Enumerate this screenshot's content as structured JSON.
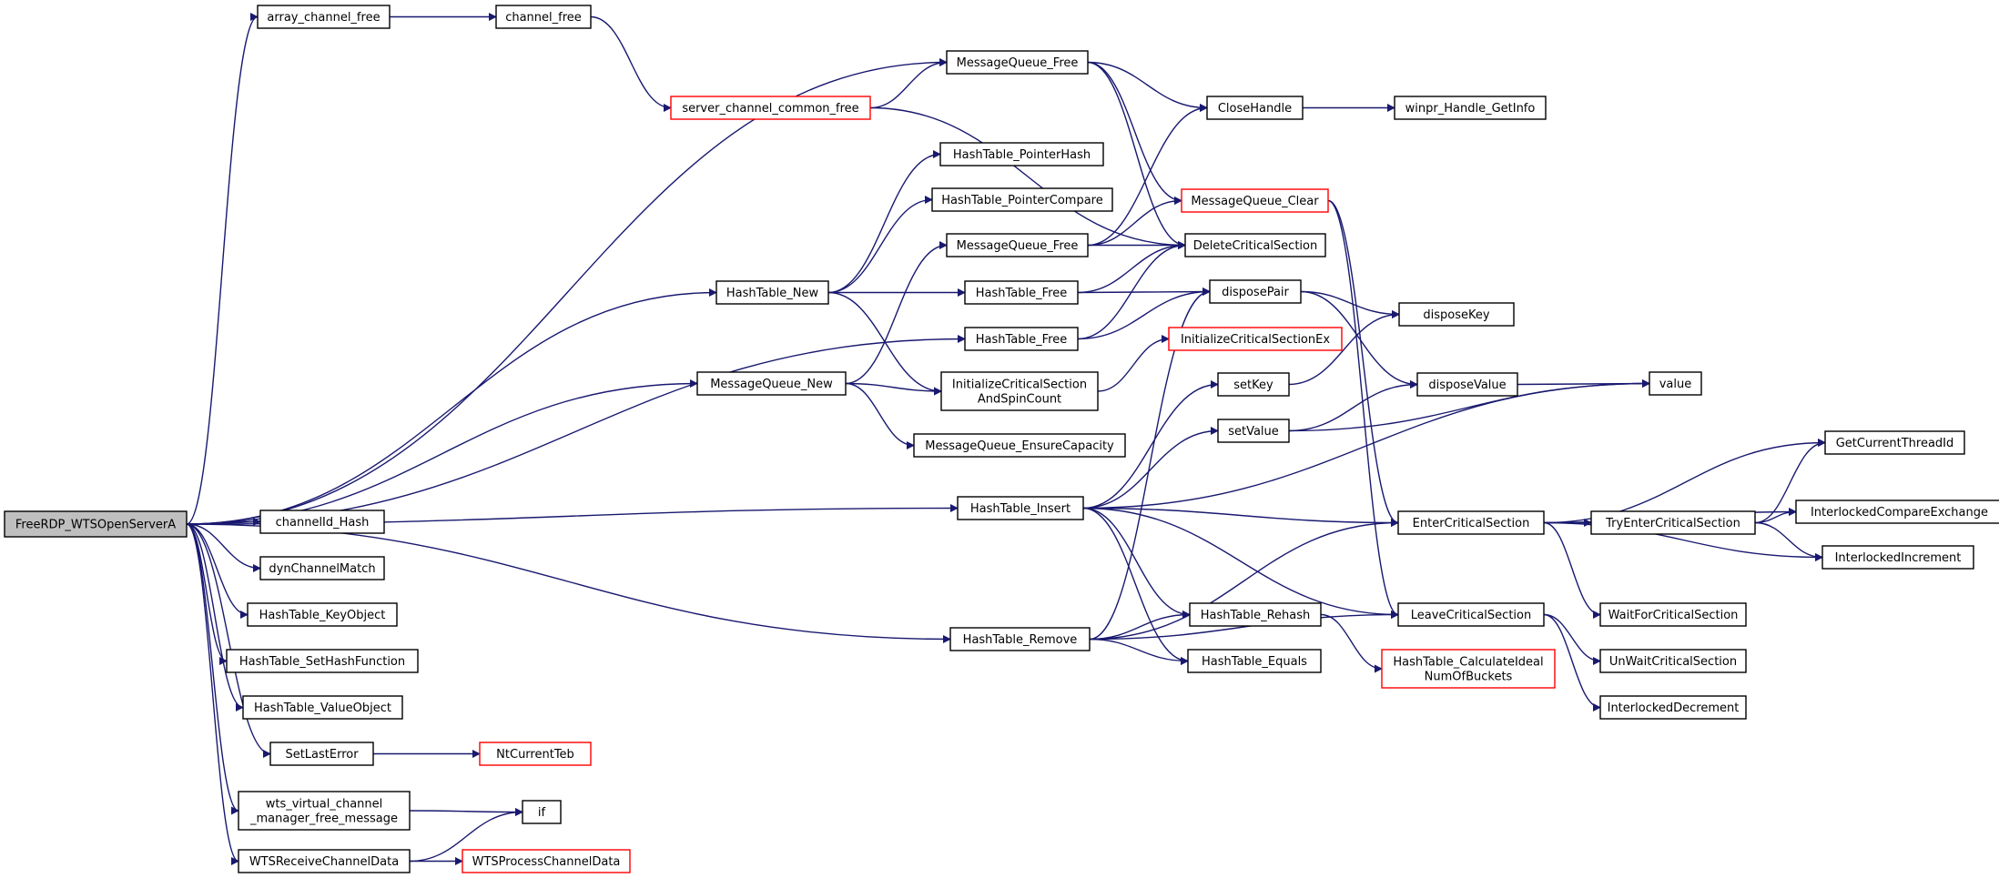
{
  "graph": {
    "type": "call-graph",
    "colors": {
      "edge": "#191970",
      "node_border": "#000000",
      "truncated_border": "#ff0000",
      "root_fill": "#bfbfbf"
    },
    "nodes": [
      {
        "id": "root",
        "lines": [
          "FreeRDP_WTSOpenServerA"
        ],
        "style": "root"
      },
      {
        "id": "array_channel_free",
        "lines": [
          "array_channel_free"
        ]
      },
      {
        "id": "channel_free",
        "lines": [
          "channel_free"
        ]
      },
      {
        "id": "server_channel_common_free",
        "lines": [
          "server_channel_common_free"
        ],
        "style": "trunc"
      },
      {
        "id": "MessageQueue_Free_1",
        "lines": [
          "MessageQueue_Free"
        ]
      },
      {
        "id": "CloseHandle",
        "lines": [
          "CloseHandle"
        ]
      },
      {
        "id": "winpr_Handle_GetInfo",
        "lines": [
          "winpr_Handle_GetInfo"
        ]
      },
      {
        "id": "HashTable_PointerHash",
        "lines": [
          "HashTable_PointerHash"
        ]
      },
      {
        "id": "HashTable_PointerCompare",
        "lines": [
          "HashTable_PointerCompare"
        ]
      },
      {
        "id": "MessageQueue_Clear",
        "lines": [
          "MessageQueue_Clear"
        ],
        "style": "trunc"
      },
      {
        "id": "MessageQueue_Free_2",
        "lines": [
          "MessageQueue_Free"
        ]
      },
      {
        "id": "DeleteCriticalSection",
        "lines": [
          "DeleteCriticalSection"
        ]
      },
      {
        "id": "HashTable_New",
        "lines": [
          "HashTable_New"
        ]
      },
      {
        "id": "HashTable_Free_1",
        "lines": [
          "HashTable_Free"
        ]
      },
      {
        "id": "disposePair",
        "lines": [
          "disposePair"
        ]
      },
      {
        "id": "disposeKey",
        "lines": [
          "disposeKey"
        ]
      },
      {
        "id": "HashTable_Free_2",
        "lines": [
          "HashTable_Free"
        ]
      },
      {
        "id": "InitializeCriticalSectionEx",
        "lines": [
          "InitializeCriticalSectionEx"
        ],
        "style": "trunc"
      },
      {
        "id": "MessageQueue_New",
        "lines": [
          "MessageQueue_New"
        ]
      },
      {
        "id": "InitializeCriticalSectionAndSpinCount",
        "lines": [
          "InitializeCriticalSection",
          "AndSpinCount"
        ]
      },
      {
        "id": "setKey",
        "lines": [
          "setKey"
        ]
      },
      {
        "id": "disposeValue",
        "lines": [
          "disposeValue"
        ]
      },
      {
        "id": "value",
        "lines": [
          "value"
        ]
      },
      {
        "id": "setValue",
        "lines": [
          "setValue"
        ]
      },
      {
        "id": "MessageQueue_EnsureCapacity",
        "lines": [
          "MessageQueue_EnsureCapacity"
        ]
      },
      {
        "id": "GetCurrentThreadId",
        "lines": [
          "GetCurrentThreadId"
        ]
      },
      {
        "id": "HashTable_Insert",
        "lines": [
          "HashTable_Insert"
        ]
      },
      {
        "id": "channelId_Hash",
        "lines": [
          "channelId_Hash"
        ]
      },
      {
        "id": "EnterCriticalSection",
        "lines": [
          "EnterCriticalSection"
        ]
      },
      {
        "id": "TryEnterCriticalSection",
        "lines": [
          "TryEnterCriticalSection"
        ]
      },
      {
        "id": "InterlockedCompareExchange",
        "lines": [
          "InterlockedCompareExchange"
        ]
      },
      {
        "id": "dynChannelMatch",
        "lines": [
          "dynChannelMatch"
        ]
      },
      {
        "id": "InterlockedIncrement",
        "lines": [
          "InterlockedIncrement"
        ]
      },
      {
        "id": "HashTable_KeyObject",
        "lines": [
          "HashTable_KeyObject"
        ]
      },
      {
        "id": "HashTable_Rehash",
        "lines": [
          "HashTable_Rehash"
        ]
      },
      {
        "id": "LeaveCriticalSection",
        "lines": [
          "LeaveCriticalSection"
        ]
      },
      {
        "id": "WaitForCriticalSection",
        "lines": [
          "WaitForCriticalSection"
        ]
      },
      {
        "id": "HashTable_Remove",
        "lines": [
          "HashTable_Remove"
        ]
      },
      {
        "id": "HashTable_SetHashFunction",
        "lines": [
          "HashTable_SetHashFunction"
        ]
      },
      {
        "id": "HashTable_Equals",
        "lines": [
          "HashTable_Equals"
        ]
      },
      {
        "id": "UnWaitCriticalSection",
        "lines": [
          "UnWaitCriticalSection"
        ]
      },
      {
        "id": "HashTable_CalculateIdealNumOfBuckets",
        "lines": [
          "HashTable_CalculateIdeal",
          "NumOfBuckets"
        ],
        "style": "trunc"
      },
      {
        "id": "HashTable_ValueObject",
        "lines": [
          "HashTable_ValueObject"
        ]
      },
      {
        "id": "InterlockedDecrement",
        "lines": [
          "InterlockedDecrement"
        ]
      },
      {
        "id": "SetLastError",
        "lines": [
          "SetLastError"
        ]
      },
      {
        "id": "NtCurrentTeb",
        "lines": [
          "NtCurrentTeb"
        ],
        "style": "trunc"
      },
      {
        "id": "wts_virtual_channel_manager_free_message",
        "lines": [
          "wts_virtual_channel",
          "_manager_free_message"
        ]
      },
      {
        "id": "if",
        "lines": [
          "if"
        ]
      },
      {
        "id": "WTSReceiveChannelData",
        "lines": [
          "WTSReceiveChannelData"
        ]
      },
      {
        "id": "WTSProcessChannelData",
        "lines": [
          "WTSProcessChannelData"
        ],
        "style": "trunc"
      }
    ],
    "edges": [
      [
        "root",
        "array_channel_free"
      ],
      [
        "root",
        "MessageQueue_Free_1"
      ],
      [
        "root",
        "HashTable_New"
      ],
      [
        "root",
        "HashTable_Free_2"
      ],
      [
        "root",
        "MessageQueue_New"
      ],
      [
        "root",
        "HashTable_Insert"
      ],
      [
        "root",
        "HashTable_Remove"
      ],
      [
        "root",
        "channelId_Hash"
      ],
      [
        "root",
        "dynChannelMatch"
      ],
      [
        "root",
        "HashTable_KeyObject"
      ],
      [
        "root",
        "HashTable_SetHashFunction"
      ],
      [
        "root",
        "HashTable_ValueObject"
      ],
      [
        "root",
        "SetLastError"
      ],
      [
        "root",
        "wts_virtual_channel_manager_free_message"
      ],
      [
        "root",
        "WTSReceiveChannelData"
      ],
      [
        "array_channel_free",
        "channel_free"
      ],
      [
        "channel_free",
        "server_channel_common_free"
      ],
      [
        "server_channel_common_free",
        "MessageQueue_Free_1"
      ],
      [
        "server_channel_common_free",
        "DeleteCriticalSection"
      ],
      [
        "MessageQueue_Free_1",
        "CloseHandle"
      ],
      [
        "MessageQueue_Free_1",
        "MessageQueue_Clear"
      ],
      [
        "MessageQueue_Free_1",
        "DeleteCriticalSection"
      ],
      [
        "CloseHandle",
        "winpr_Handle_GetInfo"
      ],
      [
        "MessageQueue_Clear",
        "EnterCriticalSection"
      ],
      [
        "MessageQueue_Clear",
        "LeaveCriticalSection"
      ],
      [
        "HashTable_New",
        "HashTable_PointerHash"
      ],
      [
        "HashTable_New",
        "HashTable_PointerCompare"
      ],
      [
        "HashTable_New",
        "HashTable_Free_1"
      ],
      [
        "HashTable_New",
        "InitializeCriticalSectionAndSpinCount"
      ],
      [
        "HashTable_Free_1",
        "disposePair"
      ],
      [
        "HashTable_Free_1",
        "DeleteCriticalSection"
      ],
      [
        "HashTable_Free_2",
        "disposePair"
      ],
      [
        "HashTable_Free_2",
        "DeleteCriticalSection"
      ],
      [
        "MessageQueue_New",
        "MessageQueue_Free_2"
      ],
      [
        "MessageQueue_New",
        "InitializeCriticalSectionAndSpinCount"
      ],
      [
        "MessageQueue_New",
        "MessageQueue_EnsureCapacity"
      ],
      [
        "MessageQueue_Free_2",
        "CloseHandle"
      ],
      [
        "MessageQueue_Free_2",
        "MessageQueue_Clear"
      ],
      [
        "MessageQueue_Free_2",
        "DeleteCriticalSection"
      ],
      [
        "InitializeCriticalSectionAndSpinCount",
        "InitializeCriticalSectionEx"
      ],
      [
        "disposePair",
        "disposeKey"
      ],
      [
        "disposePair",
        "disposeValue"
      ],
      [
        "setKey",
        "disposeKey"
      ],
      [
        "setValue",
        "disposeValue"
      ],
      [
        "setValue",
        "value"
      ],
      [
        "disposeValue",
        "value"
      ],
      [
        "HashTable_Insert",
        "setKey"
      ],
      [
        "HashTable_Insert",
        "setValue"
      ],
      [
        "HashTable_Insert",
        "value"
      ],
      [
        "HashTable_Insert",
        "EnterCriticalSection"
      ],
      [
        "HashTable_Insert",
        "LeaveCriticalSection"
      ],
      [
        "HashTable_Insert",
        "HashTable_Rehash"
      ],
      [
        "HashTable_Insert",
        "HashTable_Equals"
      ],
      [
        "HashTable_Remove",
        "disposePair"
      ],
      [
        "HashTable_Remove",
        "HashTable_Rehash"
      ],
      [
        "HashTable_Remove",
        "HashTable_Equals"
      ],
      [
        "HashTable_Remove",
        "EnterCriticalSection"
      ],
      [
        "HashTable_Remove",
        "LeaveCriticalSection"
      ],
      [
        "HashTable_Rehash",
        "HashTable_CalculateIdealNumOfBuckets"
      ],
      [
        "EnterCriticalSection",
        "GetCurrentThreadId"
      ],
      [
        "EnterCriticalSection",
        "InterlockedCompareExchange"
      ],
      [
        "EnterCriticalSection",
        "TryEnterCriticalSection"
      ],
      [
        "EnterCriticalSection",
        "InterlockedIncrement"
      ],
      [
        "EnterCriticalSection",
        "WaitForCriticalSection"
      ],
      [
        "TryEnterCriticalSection",
        "GetCurrentThreadId"
      ],
      [
        "TryEnterCriticalSection",
        "InterlockedCompareExchange"
      ],
      [
        "TryEnterCriticalSection",
        "InterlockedIncrement"
      ],
      [
        "LeaveCriticalSection",
        "UnWaitCriticalSection"
      ],
      [
        "LeaveCriticalSection",
        "InterlockedDecrement"
      ],
      [
        "SetLastError",
        "NtCurrentTeb"
      ],
      [
        "wts_virtual_channel_manager_free_message",
        "if"
      ],
      [
        "WTSReceiveChannelData",
        "if"
      ],
      [
        "WTSReceiveChannelData",
        "WTSProcessChannelData"
      ]
    ]
  }
}
